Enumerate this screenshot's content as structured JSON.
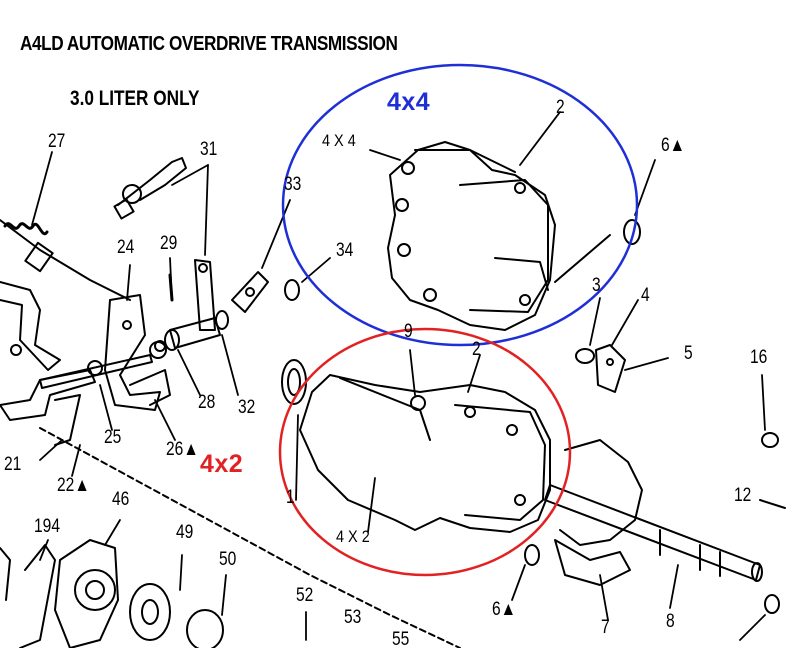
{
  "title": "A4LD AUTOMATIC OVERDRIVE TRANSMISSION",
  "subtitle": "3.0 LITER ONLY",
  "annotations": {
    "upper_label": "4x4",
    "upper_color": "#1f2fd6",
    "lower_label": "4x2",
    "lower_color": "#e22222"
  },
  "housing_labels": {
    "upper": "4 X 4",
    "lower": "4 X 2"
  },
  "callouts": {
    "c27": "27",
    "c31": "31",
    "c33": "33",
    "c34": "34",
    "c24": "24",
    "c29": "29",
    "c28": "28",
    "c32": "32",
    "c25": "25",
    "c26": "26▲",
    "c21": "21",
    "c22": "22▲",
    "c46": "46",
    "c194": "194",
    "c49": "49",
    "c50": "50",
    "c52": "52",
    "c53": "53",
    "c55": "55",
    "c2a": "2",
    "c6a": "6▲",
    "c3": "3",
    "c4": "4",
    "c5": "5",
    "c16": "16",
    "c9": "9",
    "c2b": "2",
    "c1": "1",
    "c12": "12",
    "c6b": "6▲",
    "c7": "7",
    "c8": "8"
  },
  "colors": {
    "line_art": "#000000",
    "background": "#ffffff"
  }
}
